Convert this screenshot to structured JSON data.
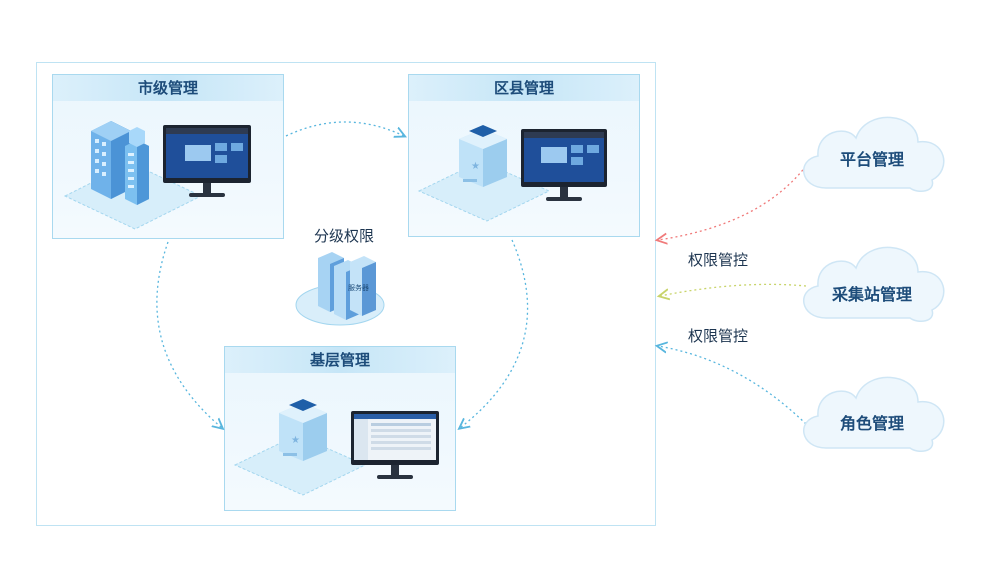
{
  "panels": {
    "city": {
      "title": "市级管理"
    },
    "county": {
      "title": "区县管理"
    },
    "grassroots": {
      "title": "基层管理"
    }
  },
  "center": {
    "label": "分级权限",
    "server_text": "服务器"
  },
  "clouds": {
    "platform": {
      "label": "平台管理"
    },
    "station": {
      "label": "采集站管理"
    },
    "role": {
      "label": "角色管理"
    }
  },
  "control_labels": [
    "权限管控",
    "权限管控"
  ],
  "colors": {
    "accent": "#1d4c7a",
    "panel_border": "#a9d9ef",
    "arrow_blue": "#58b6de",
    "arrow_red": "#f07a7a",
    "arrow_yellow": "#c8d46a"
  }
}
